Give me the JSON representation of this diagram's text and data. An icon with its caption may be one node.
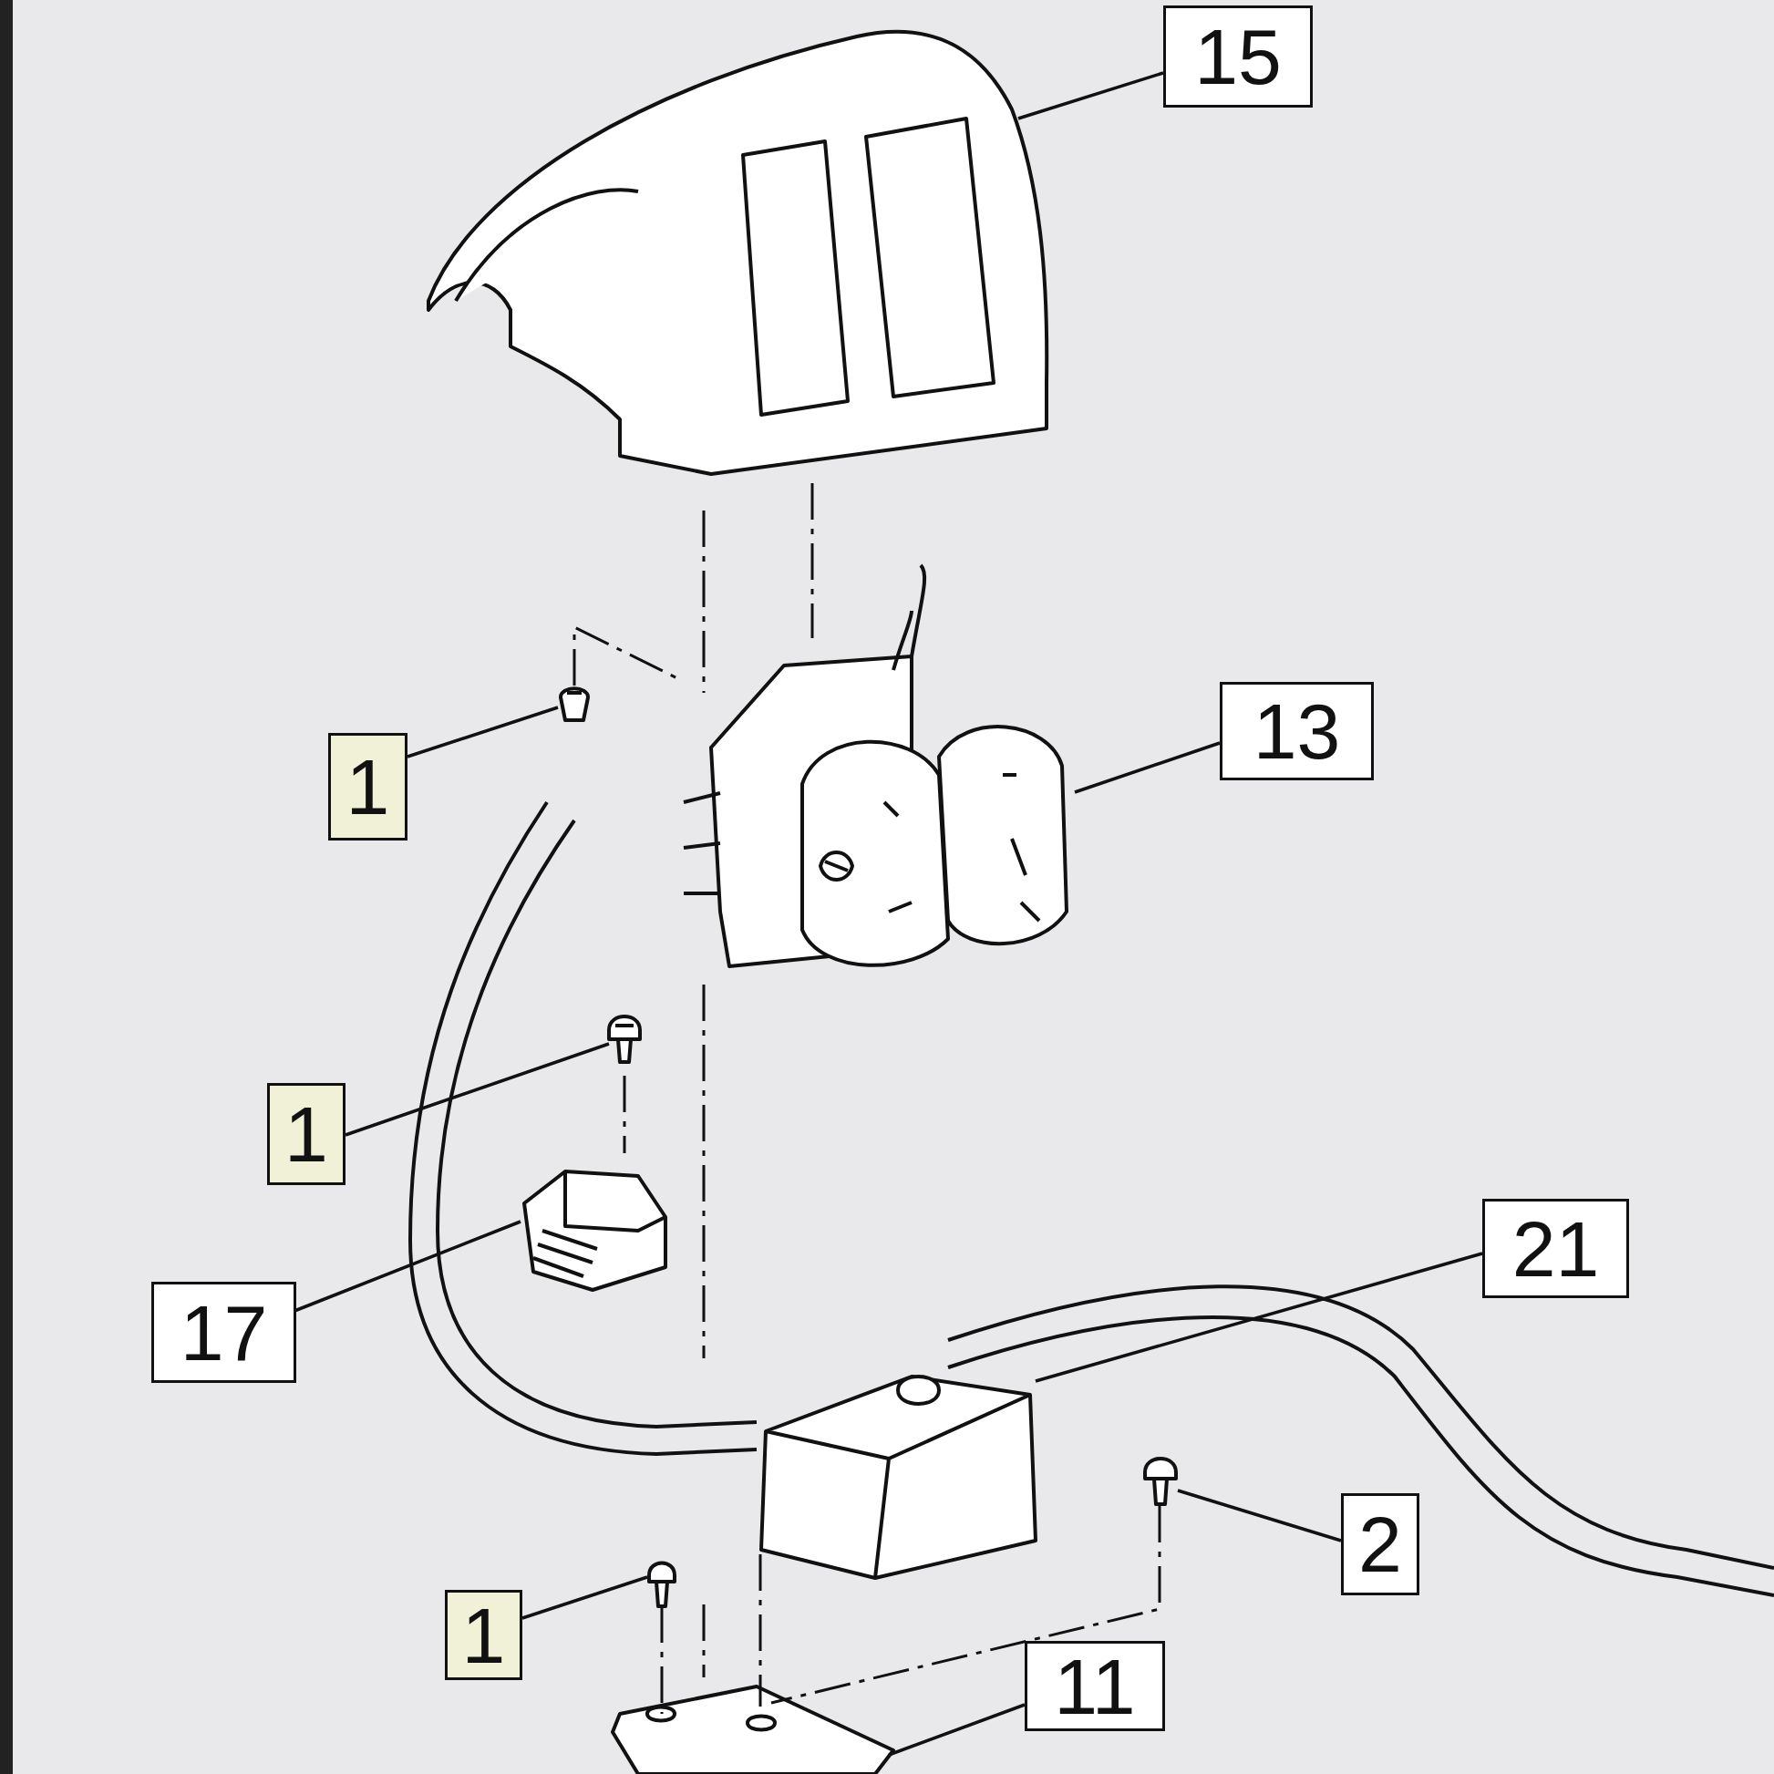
{
  "diagram": {
    "nodes": [
      {
        "text": [
          "15"
        ]
      },
      {
        "text": [],
        "shape": "picture"
      },
      {
        "text": [
          "13"
        ]
      },
      {
        "text": [],
        "shape": "picture"
      },
      {
        "text": [
          "1"
        ]
      },
      {
        "text": [],
        "shape": "picture"
      },
      {
        "text": [
          "1"
        ]
      },
      {
        "text": [],
        "shape": "picture"
      },
      {
        "text": [
          "17"
        ]
      },
      {
        "text": [],
        "shape": "picture"
      },
      {
        "text": [
          "21"
        ]
      },
      {
        "text": [],
        "shape": "picture"
      },
      {
        "text": [
          "2"
        ]
      },
      {
        "text": [],
        "shape": "picture"
      },
      {
        "text": [
          "1"
        ]
      },
      {
        "text": [],
        "shape": "picture"
      },
      {
        "text": [
          "11"
        ]
      },
      {
        "text": [],
        "shape": "picture"
      }
    ],
    "edges": [
      {
        "from": 0,
        "to": 1,
        "arrow": "none"
      },
      {
        "from": 2,
        "to": 3,
        "arrow": "none"
      },
      {
        "from": 4,
        "to": 5,
        "arrow": "none"
      },
      {
        "from": 6,
        "to": 7,
        "arrow": "none"
      },
      {
        "from": 8,
        "to": 9,
        "arrow": "none"
      },
      {
        "from": 10,
        "to": 11,
        "arrow": "none"
      },
      {
        "from": 12,
        "to": 13,
        "arrow": "none"
      },
      {
        "from": 14,
        "to": 15,
        "arrow": "none"
      },
      {
        "from": 16,
        "to": 17,
        "arrow": "none"
      },
      {
        "from": 5,
        "to": 3,
        "arrow": "none",
        "style": "dashed"
      },
      {
        "from": 11,
        "to": 17,
        "arrow": "none",
        "style": "dashed"
      },
      {
        "from": 13,
        "to": 17,
        "arrow": "none",
        "style": "dashed"
      },
      {
        "from": 15,
        "to": 17,
        "arrow": "none",
        "style": "dashed"
      }
    ]
  }
}
